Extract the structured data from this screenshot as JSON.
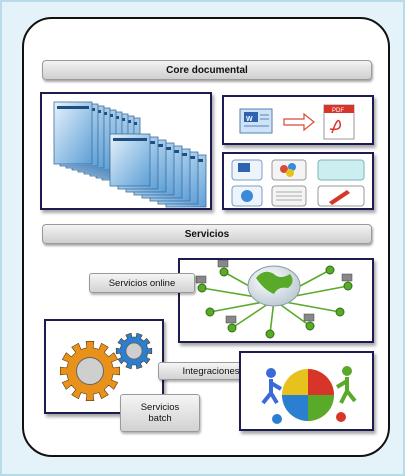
{
  "headers": {
    "core": "Core documental",
    "servicios": "Servicios"
  },
  "labels": {
    "servicios_online": "Servicios online",
    "integraciones": "Integraciones",
    "servicios_batch_line1": "Servicios",
    "servicios_batch_line2": "batch"
  },
  "icons": {
    "documents": "document-stack-icon",
    "conversion": "word-to-pdf-icon",
    "formats": "file-formats-icon",
    "network": "globe-network-icon",
    "gears": "gears-icon",
    "puzzle": "puzzle-people-icon"
  },
  "colors": {
    "box_border": "#1c1c50",
    "globe_green": "#5aaa2a",
    "gear_orange": "#e8921c",
    "gear_blue": "#2a7fd0"
  }
}
